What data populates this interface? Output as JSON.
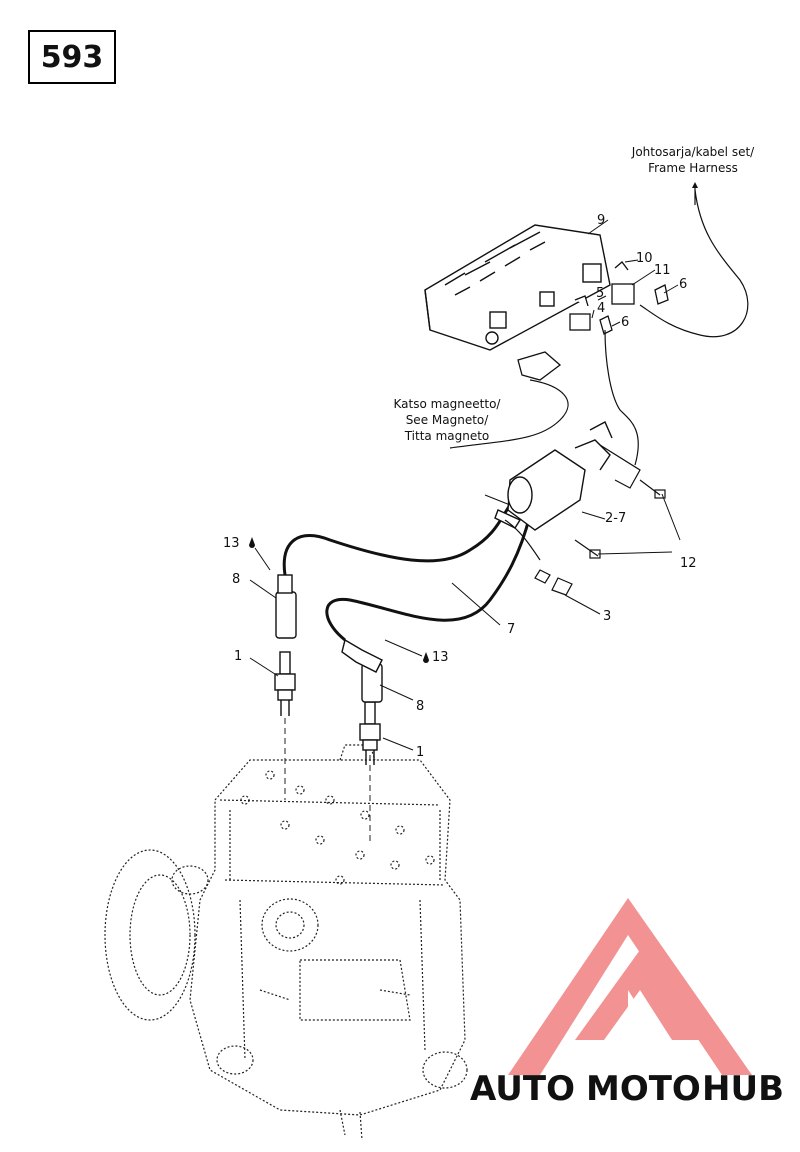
{
  "page_number": "593",
  "notes": {
    "frame_harness": [
      "Johtosarja/kabel set/",
      "Frame Harness"
    ],
    "see_magneto": [
      "Katso magneetto/",
      "See Magneto/",
      "Titta magneto"
    ]
  },
  "callouts": [
    "1",
    "1",
    "8",
    "8",
    "13",
    "13",
    "2-7",
    "3",
    "4",
    "5",
    "6",
    "6",
    "7",
    "9",
    "10",
    "11",
    "12"
  ],
  "watermark": {
    "auto": "AUTO",
    "moto": "MOTO",
    "hub": "HUB",
    "colors": {
      "auto": "#f5c36a",
      "moto": "#f08a8a",
      "hub": "#5a5a5a",
      "logo": "#f07f7f"
    }
  }
}
